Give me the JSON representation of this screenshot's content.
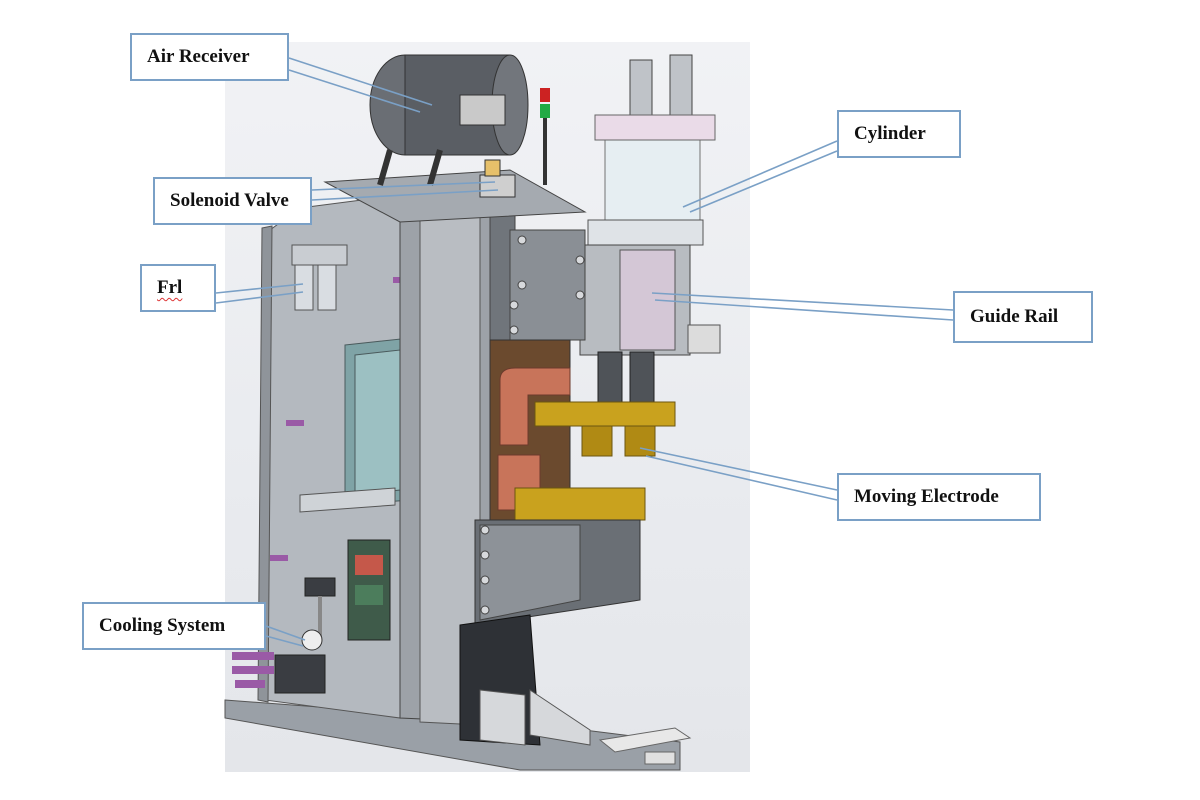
{
  "labels": {
    "air_receiver": "Air Receiver",
    "solenoid_valve": "Solenoid Valve",
    "frl": "Frl",
    "cooling_system": "Cooling System",
    "cylinder": "Cylinder",
    "guide_rail": "Guide Rail",
    "moving_electrode": "Moving Electrode"
  },
  "colors": {
    "callout_border": "#7aa0c6",
    "leader_line": "#7aa0c6",
    "frame_metal": "#9ea3aa",
    "dark_metal": "#5f636a",
    "copper": "#c8745a",
    "brass": "#c9a21e",
    "wood": "#6b4a2e",
    "signal_red": "#cc2222",
    "signal_green": "#22aa44"
  }
}
